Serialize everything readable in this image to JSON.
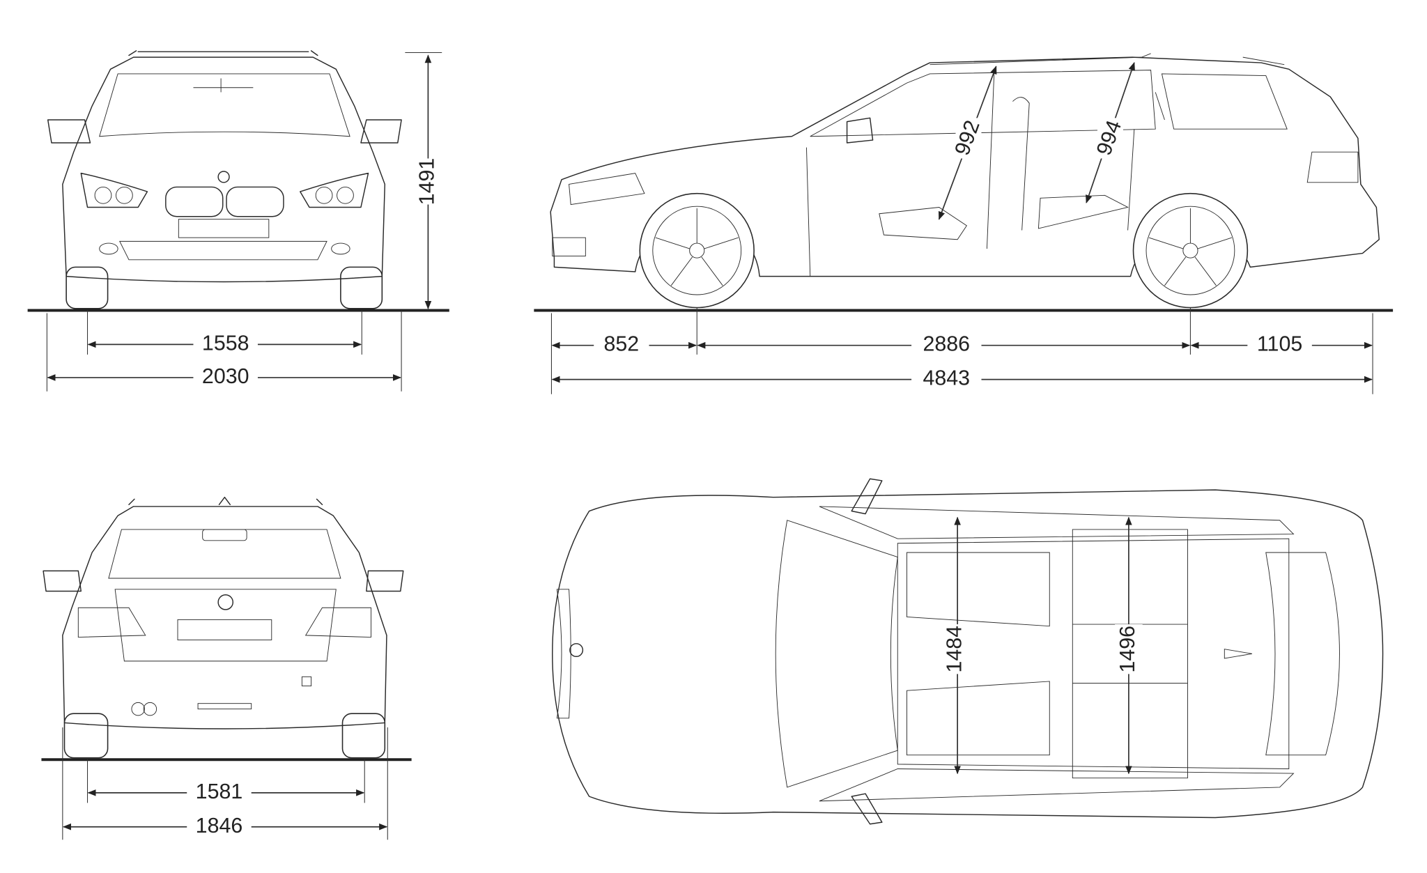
{
  "title": "Vehicle dimension drawing (touring/estate)",
  "front_view": {
    "height": "1491",
    "front_track": "1558",
    "width_with_mirrors": "2030"
  },
  "side_view": {
    "front_overhang": "852",
    "wheelbase": "2886",
    "rear_overhang": "1105",
    "overall_length": "4843",
    "front_headroom": "992",
    "rear_headroom": "994"
  },
  "rear_view": {
    "rear_track": "1581",
    "body_width": "1846"
  },
  "top_view": {
    "front_shoulder_width": "1484",
    "rear_shoulder_width": "1496"
  },
  "colors": {
    "line": "#2a2a2a",
    "background": "#ffffff"
  }
}
